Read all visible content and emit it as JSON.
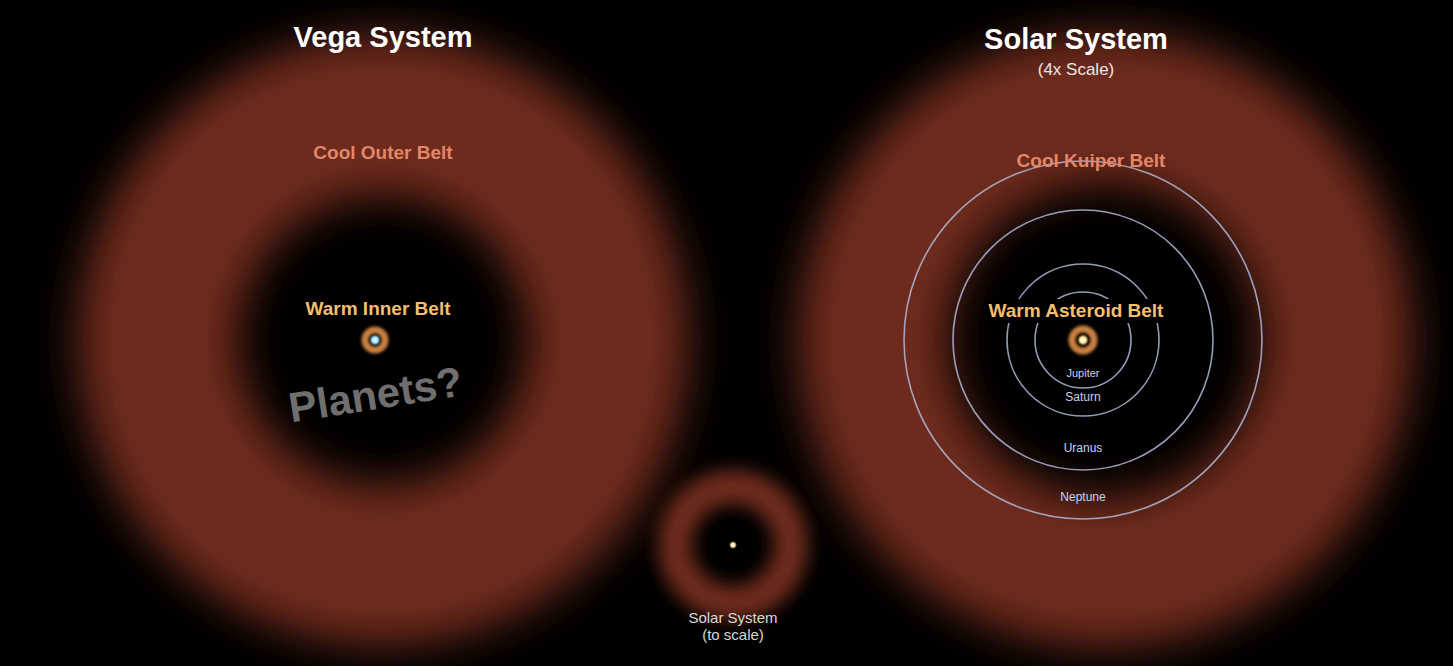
{
  "diagram": {
    "labels": [
      "Vega System",
      "Solar System",
      "(4x Scale)",
      "Cool Outer Belt",
      "Warm Inner Belt",
      "Planets?",
      "Cool Kuiper Belt",
      "Warm Asteroid Belt",
      "Jupiter",
      "Saturn",
      "Uranus",
      "Neptune",
      "Solar System (to scale)"
    ]
  }
}
